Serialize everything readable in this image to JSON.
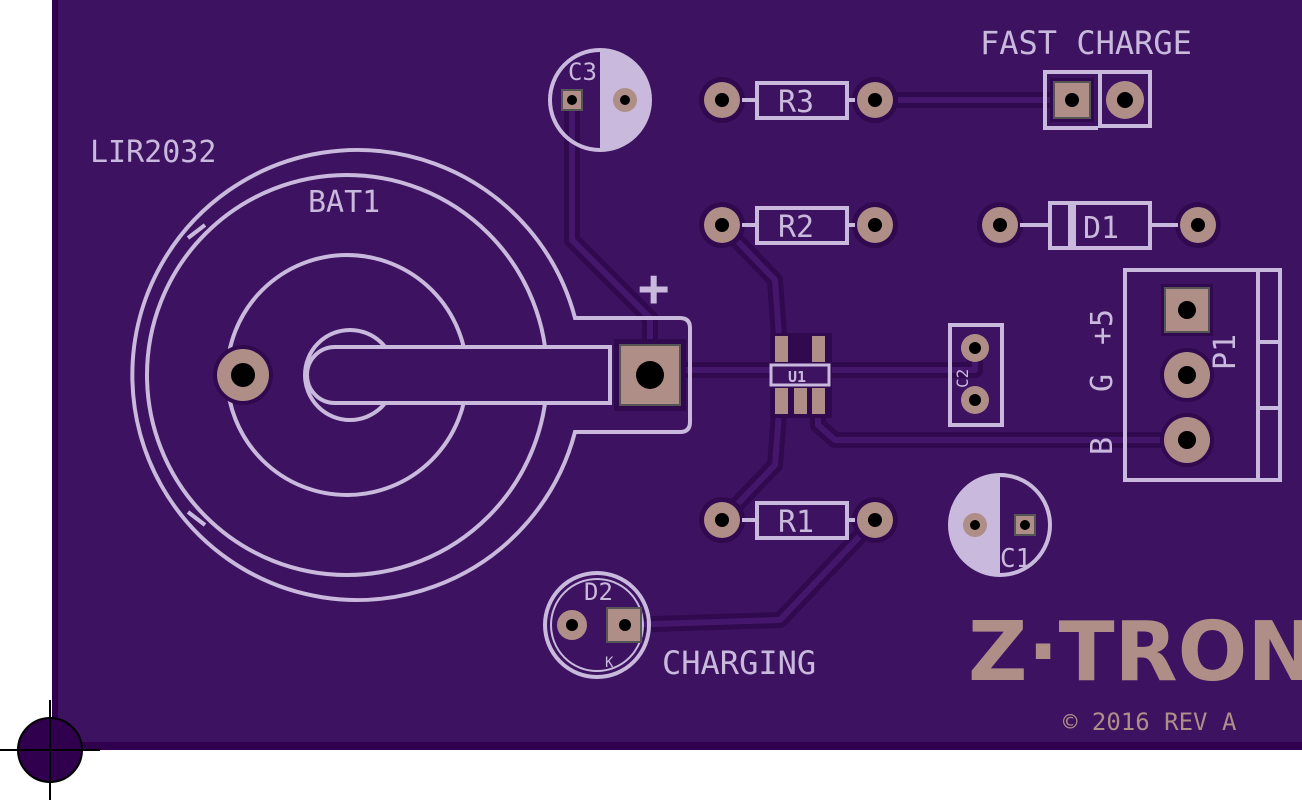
{
  "colors": {
    "board": "#3d1260",
    "edge": "#30004f",
    "silkscreen": "#c9b9dc",
    "copper_pad": "#b08e88"
  },
  "labels": {
    "battery_type": "LIR2032",
    "battery_ref": "BAT1",
    "plus_sign": "+",
    "c3": "C3",
    "r3": "R3",
    "r2": "R2",
    "r1": "R1",
    "d1": "D1",
    "d2": "D2",
    "k": "K",
    "c1": "C1",
    "c2": "C2",
    "u1": "U1",
    "p1": "P1",
    "fast_charge": "FAST CHARGE",
    "charging": "CHARGING",
    "pin_plus5": "+5",
    "pin_g": "G",
    "pin_b": "B",
    "logo": "Z·TRON",
    "copyright": "© 2016 REV A"
  }
}
